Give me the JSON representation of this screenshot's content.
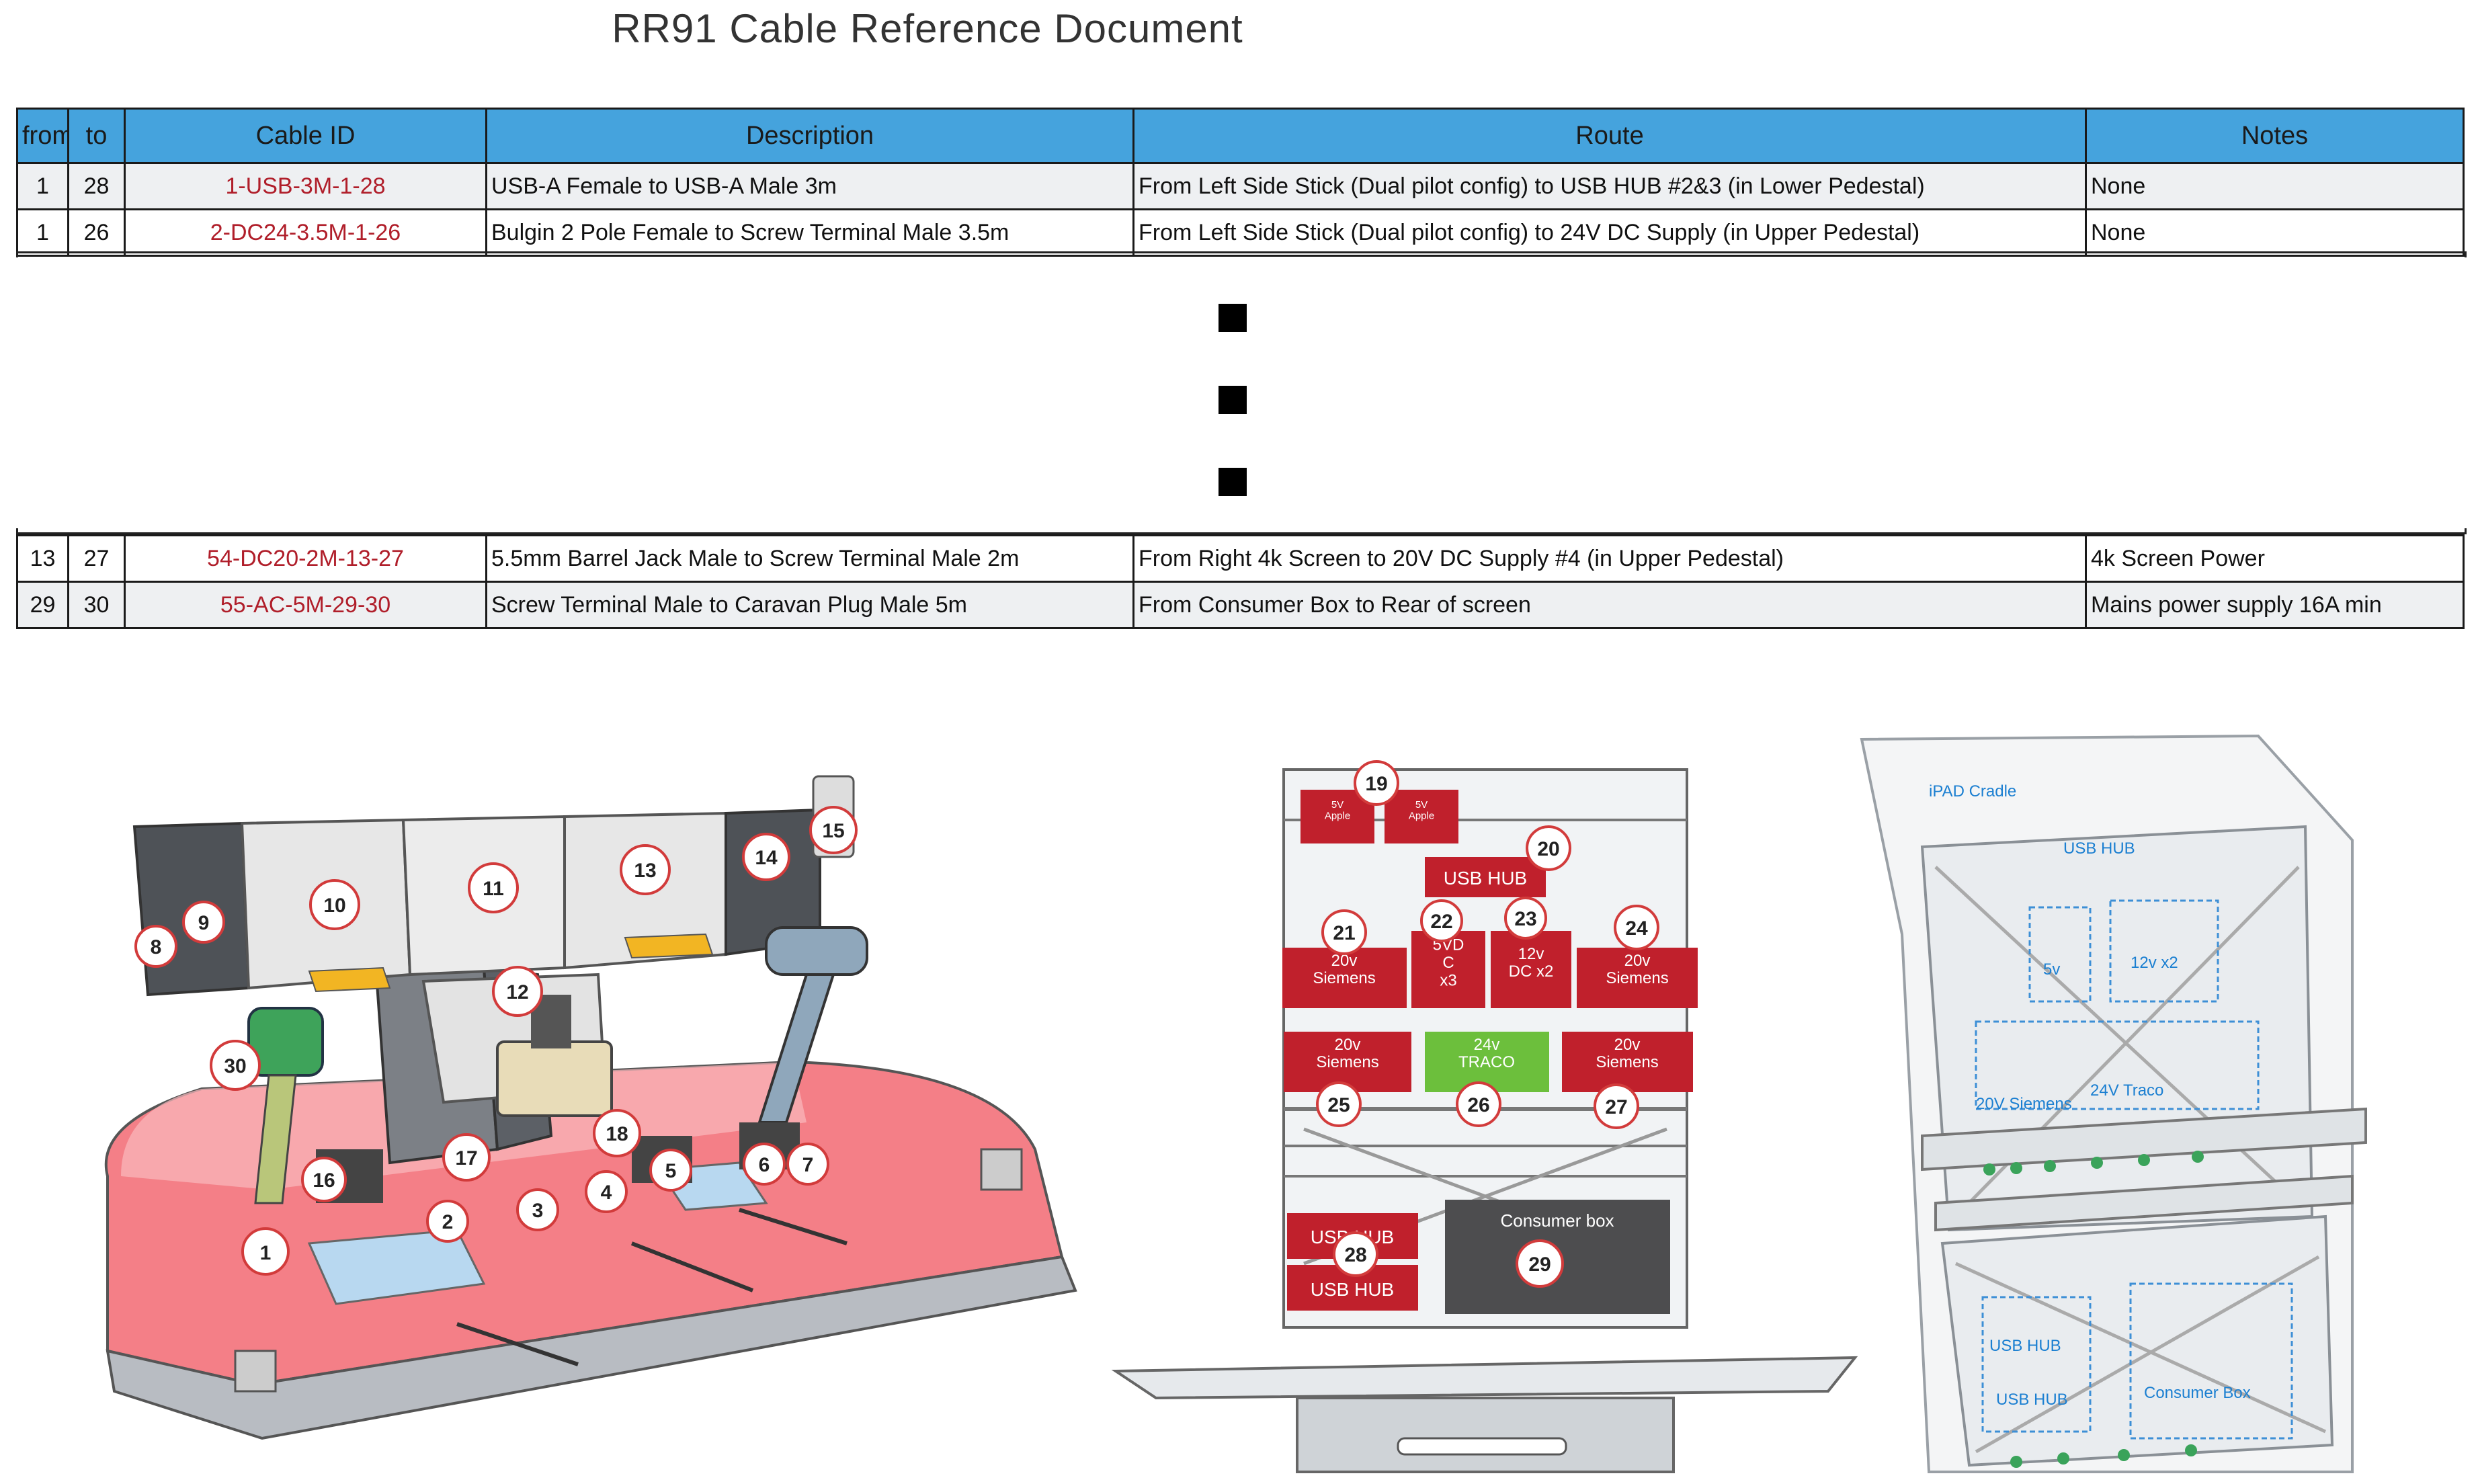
{
  "title": "RR91 Cable Reference Document",
  "table": {
    "headers": {
      "from": "from",
      "to": "to",
      "cable_id": "Cable ID",
      "description": "Description",
      "route": "Route",
      "notes": "Notes"
    },
    "rows_top": [
      {
        "from": "1",
        "to": "28",
        "cable_id": "1-USB-3M-1-28",
        "description": "USB-A Female to USB-A Male 3m",
        "route": "From Left Side Stick (Dual pilot config) to USB HUB #2&3 (in Lower Pedestal)",
        "notes": "None"
      },
      {
        "from": "1",
        "to": "26",
        "cable_id": "2-DC24-3.5M-1-26",
        "description": "Bulgin 2 Pole Female to Screw Terminal Male 3.5m",
        "route": "From Left Side Stick (Dual pilot config) to 24V DC Supply (in Upper Pedestal)",
        "notes": "None"
      }
    ],
    "rows_bottom": [
      {
        "from": "13",
        "to": "27",
        "cable_id": "54-DC20-2M-13-27",
        "description": "5.5mm Barrel Jack Male to Screw Terminal Male 2m",
        "route": "From Right 4k Screen to 20V DC Supply #4 (in Upper Pedestal)",
        "notes": "4k Screen Power"
      },
      {
        "from": "29",
        "to": "30",
        "cable_id": "55-AC-5M-29-30",
        "description": "Screw Terminal Male to Caravan Plug Male 5m",
        "route": "From Consumer Box to Rear of screen",
        "notes": "Mains power supply 16A min"
      }
    ]
  },
  "colors": {
    "header": "#45a3dd",
    "cable_id": "#b01e2a",
    "red_box": "#c0202c",
    "green_box": "#6cbf3c",
    "floor": "#f07a80"
  },
  "figure_left": {
    "callouts": [
      "1",
      "2",
      "3",
      "4",
      "5",
      "6",
      "7",
      "8",
      "9",
      "10",
      "11",
      "12",
      "13",
      "14",
      "15",
      "16",
      "17",
      "18",
      "30"
    ]
  },
  "figure_middle": {
    "callouts": [
      "19",
      "20",
      "21",
      "22",
      "23",
      "24",
      "25",
      "26",
      "27",
      "28",
      "29"
    ],
    "boxes": {
      "apple_a": "5V\nApple",
      "apple_b": "5V\nApple",
      "usb_hub_top": "USB HUB",
      "siemens_21": "20v\nSiemens",
      "dc_22": "5VD\nC\nx3",
      "dc_23": "12v\nDC x2",
      "siemens_24": "20v\nSiemens",
      "siemens_25": "20v\nSiemens",
      "traco": "24v\nTRACO",
      "siemens_27": "20v\nSiemens",
      "usb_hub_a": "USB HUB",
      "usb_hub_b": "USB HUB",
      "consumer_box": "Consumer box"
    }
  },
  "figure_right": {
    "labels": [
      "iPAD Cradle",
      "USB HUB",
      "5v",
      "12v x2",
      "20V Siemens",
      "24V Traco",
      "USB HUB",
      "USB HUB",
      "Consumer Box"
    ]
  }
}
